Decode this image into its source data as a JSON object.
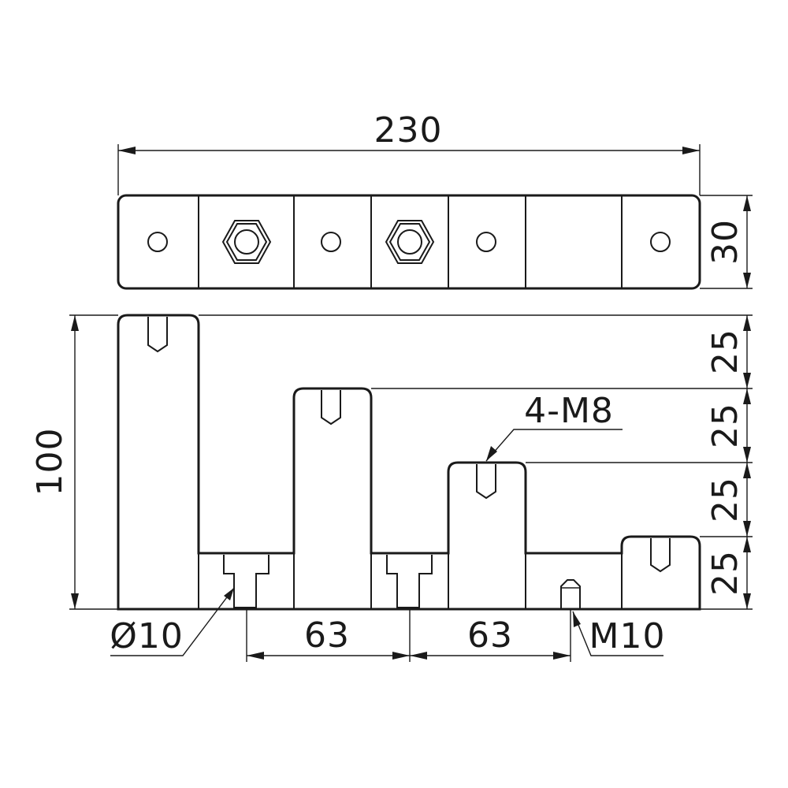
{
  "dimensions": {
    "overall_length": "230",
    "width": "30",
    "overall_height": "100",
    "step_1": "25",
    "step_2": "25",
    "step_3": "25",
    "step_4": "25",
    "pitch_1": "63",
    "pitch_2": "63"
  },
  "callouts": {
    "mounting_hole": "Ø10",
    "tapped_holes": "4-M8",
    "stud_thread": "M10"
  },
  "colors": {
    "line": "#1a1a1a",
    "background": "#ffffff"
  }
}
